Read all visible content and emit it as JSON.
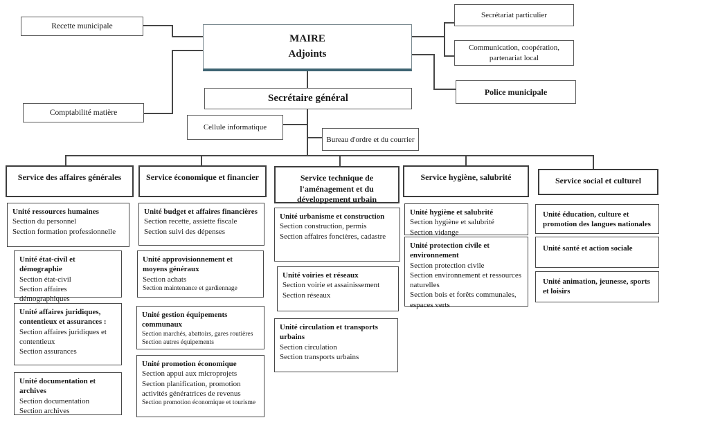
{
  "org": {
    "maire_line1": "MAIRE",
    "maire_line2": "Adjoints",
    "secretaire_general": "Secrétaire général",
    "recette": "Recette municipale",
    "comptabilite": "Comptabilité matière",
    "secretariat_particulier": "Secrétariat particulier",
    "communication": "Communication, coopération, partenariat local",
    "police": "Police municipale",
    "cellule_informatique": "Cellule informatique",
    "bureau_ordre": "Bureau d'ordre et du courrier"
  },
  "services": [
    {
      "label": "Service des affaires générales",
      "units": [
        {
          "title": "Unité ressources humaines",
          "sections": [
            "Section du personnel",
            "Section formation professionnelle"
          ]
        },
        {
          "title": "Unité état-civil et démographie",
          "sections": [
            "Section état-civil",
            "Section affaires démographiques"
          ]
        },
        {
          "title": "Unité affaires juridiques, contentieux et assurances :",
          "sections": [
            "Section affaires juridiques et contentieux",
            "Section assurances"
          ]
        },
        {
          "title": "Unité documentation et archives",
          "sections": [
            "Section documentation",
            "Section archives"
          ]
        }
      ]
    },
    {
      "label": "Service économique et financier",
      "units": [
        {
          "title": "Unité budget et affaires financières",
          "sections": [
            "Section recette, assiette fiscale",
            "Section suivi des dépenses"
          ]
        },
        {
          "title": "Unité approvisionnement et moyens généraux",
          "sections": [
            "Section achats",
            "Section maintenance et gardiennage"
          ]
        },
        {
          "title": "Unité gestion équipements communaux",
          "sections": [
            "Section marchés, abattoirs, gares routières",
            "Section autres équipements"
          ]
        },
        {
          "title": "Unité promotion économique",
          "sections": [
            "Section appui aux microprojets",
            "Section planification, promotion activités génératrices de revenus",
            "Section promotion économique et tourisme"
          ]
        }
      ]
    },
    {
      "label": "Service technique de l'aménagement et du développement urbain",
      "units": [
        {
          "title": "Unité urbanisme et construction",
          "sections": [
            "Section construction, permis",
            "Section affaires foncières, cadastre"
          ]
        },
        {
          "title": "Unité voiries et réseaux",
          "sections": [
            "Section voirie et assainissement",
            "Section réseaux"
          ]
        },
        {
          "title": "Unité circulation et transports urbains",
          "sections": [
            "Section circulation",
            "Section transports urbains"
          ]
        }
      ]
    },
    {
      "label": "Service hygiène, salubrité",
      "units": [
        {
          "title": "Unité hygiène et salubrité",
          "sections": [
            "Section hygiène et salubrité",
            "Section vidange"
          ]
        },
        {
          "title": "Unité protection civile et environnement",
          "sections": [
            "Section protection civile",
            "Section environnement et ressources naturelles",
            "Section bois et forêts communales, espaces verts"
          ]
        }
      ]
    },
    {
      "label": "Service social et culturel",
      "units": [
        {
          "title": "Unité éducation, culture et promotion des langues nationales",
          "sections": []
        },
        {
          "title": "Unité santé et action sociale",
          "sections": []
        },
        {
          "title": "Unité animation, jeunesse, sports et loisirs",
          "sections": []
        }
      ]
    }
  ]
}
